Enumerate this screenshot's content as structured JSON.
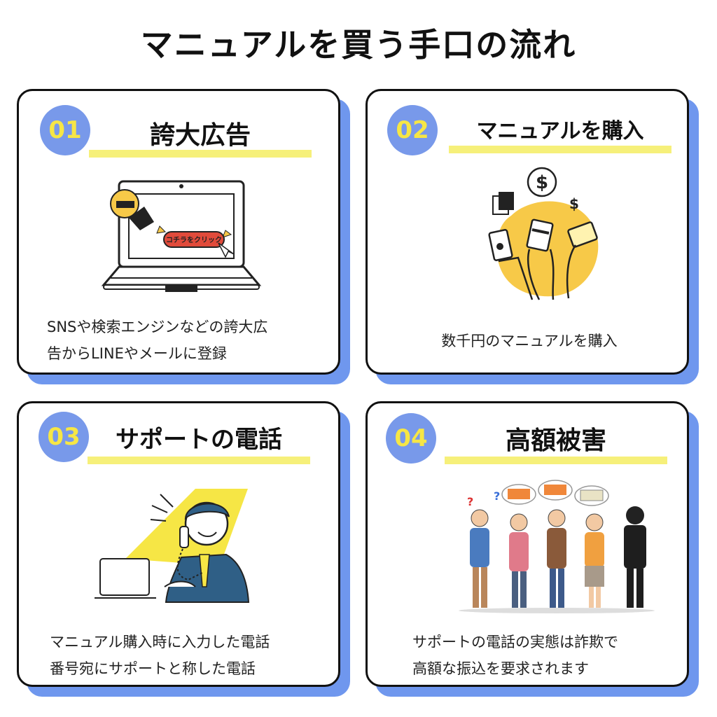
{
  "title": "マニュアルを買う手口の流れ",
  "steps": [
    {
      "number": "01",
      "title": "誇大広告",
      "description_lines": [
        "SNSや検索エンジンなどの誇大広",
        "告からLINEやメールに登録"
      ],
      "illustration": "laptop-ad-icon",
      "illustration_text": "コチラをクリック"
    },
    {
      "number": "02",
      "title": "マニュアルを購入",
      "description_lines": [
        "数千円のマニュアルを購入"
      ],
      "illustration": "payment-hands-icon"
    },
    {
      "number": "03",
      "title": "サポートの電話",
      "description_lines": [
        "マニュアル購入時に入力した電話",
        "番号宛にサポートと称した電話"
      ],
      "illustration": "phone-call-man-icon"
    },
    {
      "number": "04",
      "title": "高額被害",
      "description_lines": [
        "サポートの電話の実態は詐欺で",
        "高額な振込を要求されます"
      ],
      "illustration": "scam-victims-icon"
    }
  ],
  "colors": {
    "accent_blue": "#7899ea",
    "shadow_blue": "#6f97ee",
    "number_yellow": "#f6e645",
    "highlight_yellow": "#f6f07a",
    "illustration_yellow": "#f7c948"
  }
}
